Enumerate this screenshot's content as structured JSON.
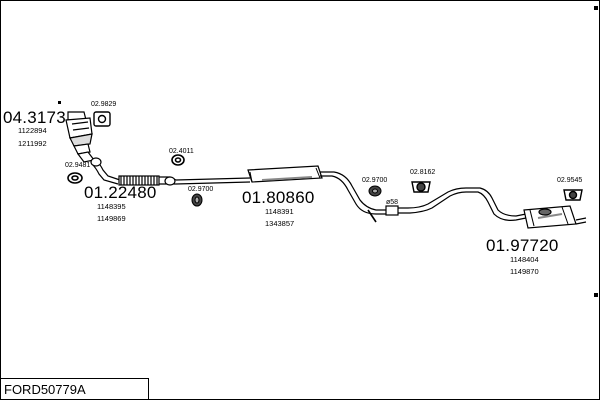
{
  "model_code": "FORD50779A",
  "part_labels": {
    "cat_number": "04.3173",
    "cat_ref_1": "1122894",
    "cat_ref_2": "1211992",
    "cat_kit": "02.9829",
    "front_gasket": "02.9481",
    "front_pipe_number": "01.22480",
    "front_pipe_ref_1": "1148395",
    "front_pipe_ref_2": "1149869",
    "clamp_top": "02.4011",
    "mount_lower": "02.9700",
    "middle_number": "01.80860",
    "middle_ref_1": "1148391",
    "middle_ref_2": "1343857",
    "mount_mid": "02.9700",
    "mount_mid2": "02.8162",
    "clamp_size": "ø58",
    "rear_mount": "02.9545",
    "rear_number": "01.97720",
    "rear_ref_1": "1148404",
    "rear_ref_2": "1149870"
  }
}
